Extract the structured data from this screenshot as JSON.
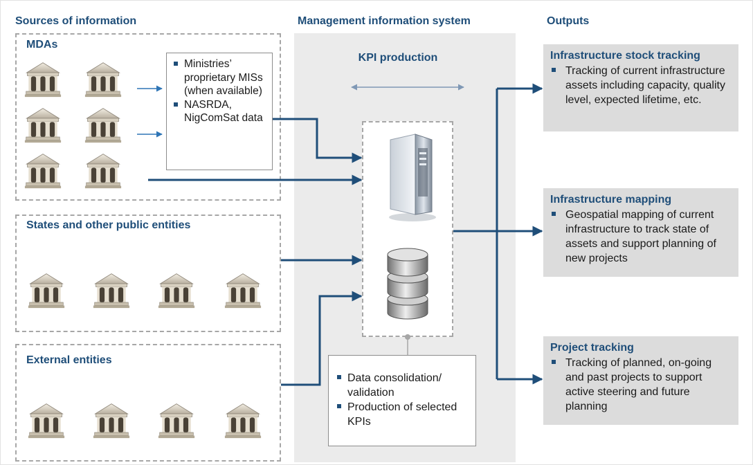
{
  "columns": {
    "sources": "Sources of information",
    "mis": "Management information system",
    "outputs": "Outputs"
  },
  "groups": {
    "mdas": "MDAs",
    "states": "States and other public entities",
    "external": "External entities"
  },
  "mda_note": [
    "Ministries’ proprietary MISs (when available)",
    "NASRDA, NigComSat data"
  ],
  "kpi_production": "KPI production",
  "consolidation_note": [
    "Data consolidation/ validation",
    "Production of selected KPIs"
  ],
  "outputs": [
    {
      "title": "Infrastructure stock tracking",
      "text": "Tracking of current infrastructure assets including capacity, quality level, expected lifetime, etc."
    },
    {
      "title": "Infrastructure mapping",
      "text": "Geospatial mapping of current infrastructure to track state of assets and support planning of new projects"
    },
    {
      "title": "Project tracking",
      "text": "Tracking of planned, on-going and past projects to support active steering and future planning"
    }
  ],
  "icons": [
    "government-building-icon",
    "server-icon",
    "database-icon"
  ],
  "colors": {
    "navy": "#1f4e79",
    "arrow_light": "#2e75b6",
    "panel": "#ebebeb",
    "output_box": "#dcdcdc"
  }
}
